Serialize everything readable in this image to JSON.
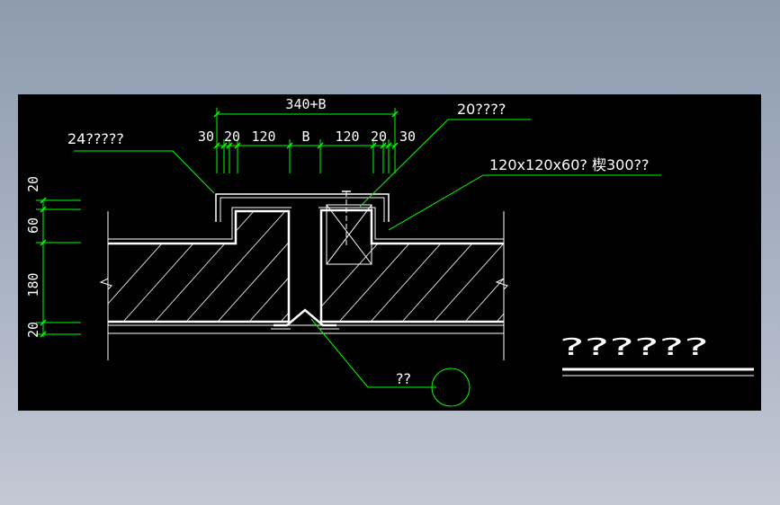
{
  "drawing": {
    "colors": {
      "background": "#000000",
      "dimension": "#00ff00",
      "object": "#ffffff",
      "leader": "#00ff00",
      "hatch": "#ffffff"
    },
    "top_dimensions": {
      "overall": "340+B",
      "segments": [
        "30",
        "20",
        "120",
        "B",
        "120",
        "20",
        "30"
      ]
    },
    "left_dimensions": [
      "20",
      "60",
      "180",
      "20"
    ],
    "labels": {
      "left_callout": "24?????",
      "top_callout": "20????",
      "right_callout": "120x120x60? 楔300??",
      "bottom_callout": "??"
    },
    "title": "??????"
  }
}
